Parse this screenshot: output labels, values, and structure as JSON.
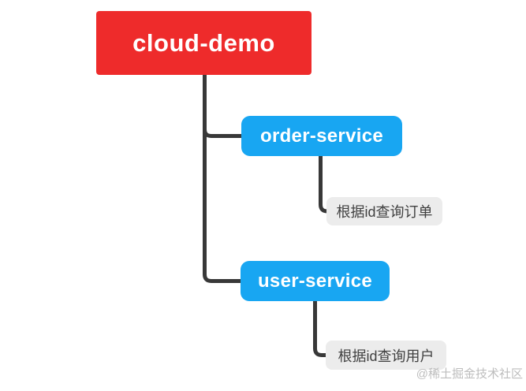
{
  "diagram": {
    "type": "mindmap",
    "root": {
      "label": "cloud-demo"
    },
    "branches": [
      {
        "label": "order-service",
        "children": [
          {
            "label": "根据id查询订单"
          }
        ]
      },
      {
        "label": "user-service",
        "children": [
          {
            "label": "根据id查询用户"
          }
        ]
      }
    ]
  },
  "watermark": "@稀土掘金技术社区",
  "colors": {
    "canvas_bg": "#ffffff",
    "root_bg": "#ee2b2b",
    "branch_bg": "#18a6f2",
    "node_text": "#ffffff",
    "connector": "#383838",
    "leaf_bg": "#ececec",
    "leaf_text": "#404040",
    "watermark_text": "#bdbdbd"
  }
}
